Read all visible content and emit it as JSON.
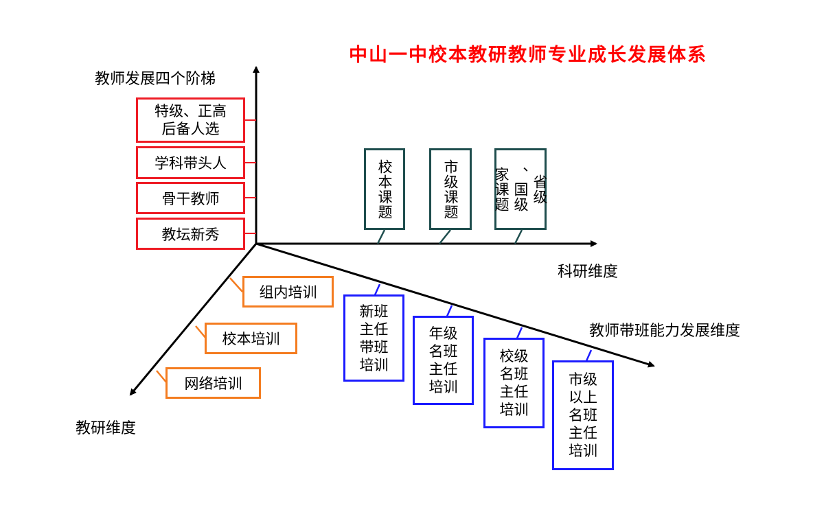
{
  "title": "中山一中校本教研教师专业成长发展体系",
  "axes": {
    "ladder": "教师发展四个阶梯",
    "research": "科研维度",
    "class_ability": "教师带班能力发展维度",
    "teaching_research": "教研维度"
  },
  "ladder_levels": {
    "special_l1": "特级、正高",
    "special_l2": "后备人选",
    "subject_leader": "学科带头人",
    "backbone": "骨干教师",
    "newcomer": "教坛新秀"
  },
  "research_projects": {
    "school": "校本课题",
    "city": "市级课题",
    "prov_col1": "省级",
    "prov_col2": "、国级",
    "prov_col3": "家课题"
  },
  "training": {
    "group": "组内培训",
    "school": "校本培训",
    "network": "网络培训"
  },
  "class_training": {
    "new_l1": "新班",
    "new_l2": "主任",
    "new_l3": "带班",
    "new_l4": "培训",
    "grade_l1": "年级",
    "grade_l2": "名班",
    "grade_l3": "主任",
    "grade_l4": "培训",
    "school_l1": "校级",
    "school_l2": "名班",
    "school_l3": "主任",
    "school_l4": "培训",
    "city_l1": "市级",
    "city_l2": "以上",
    "city_l3": "名班",
    "city_l4": "主任",
    "city_l5": "培训"
  },
  "colors": {
    "title": "#ff0000",
    "ladder_border": "#ee1c25",
    "training_border": "#f47c20",
    "class_border": "#1b1bff",
    "research_border": "#1f4e4e"
  }
}
